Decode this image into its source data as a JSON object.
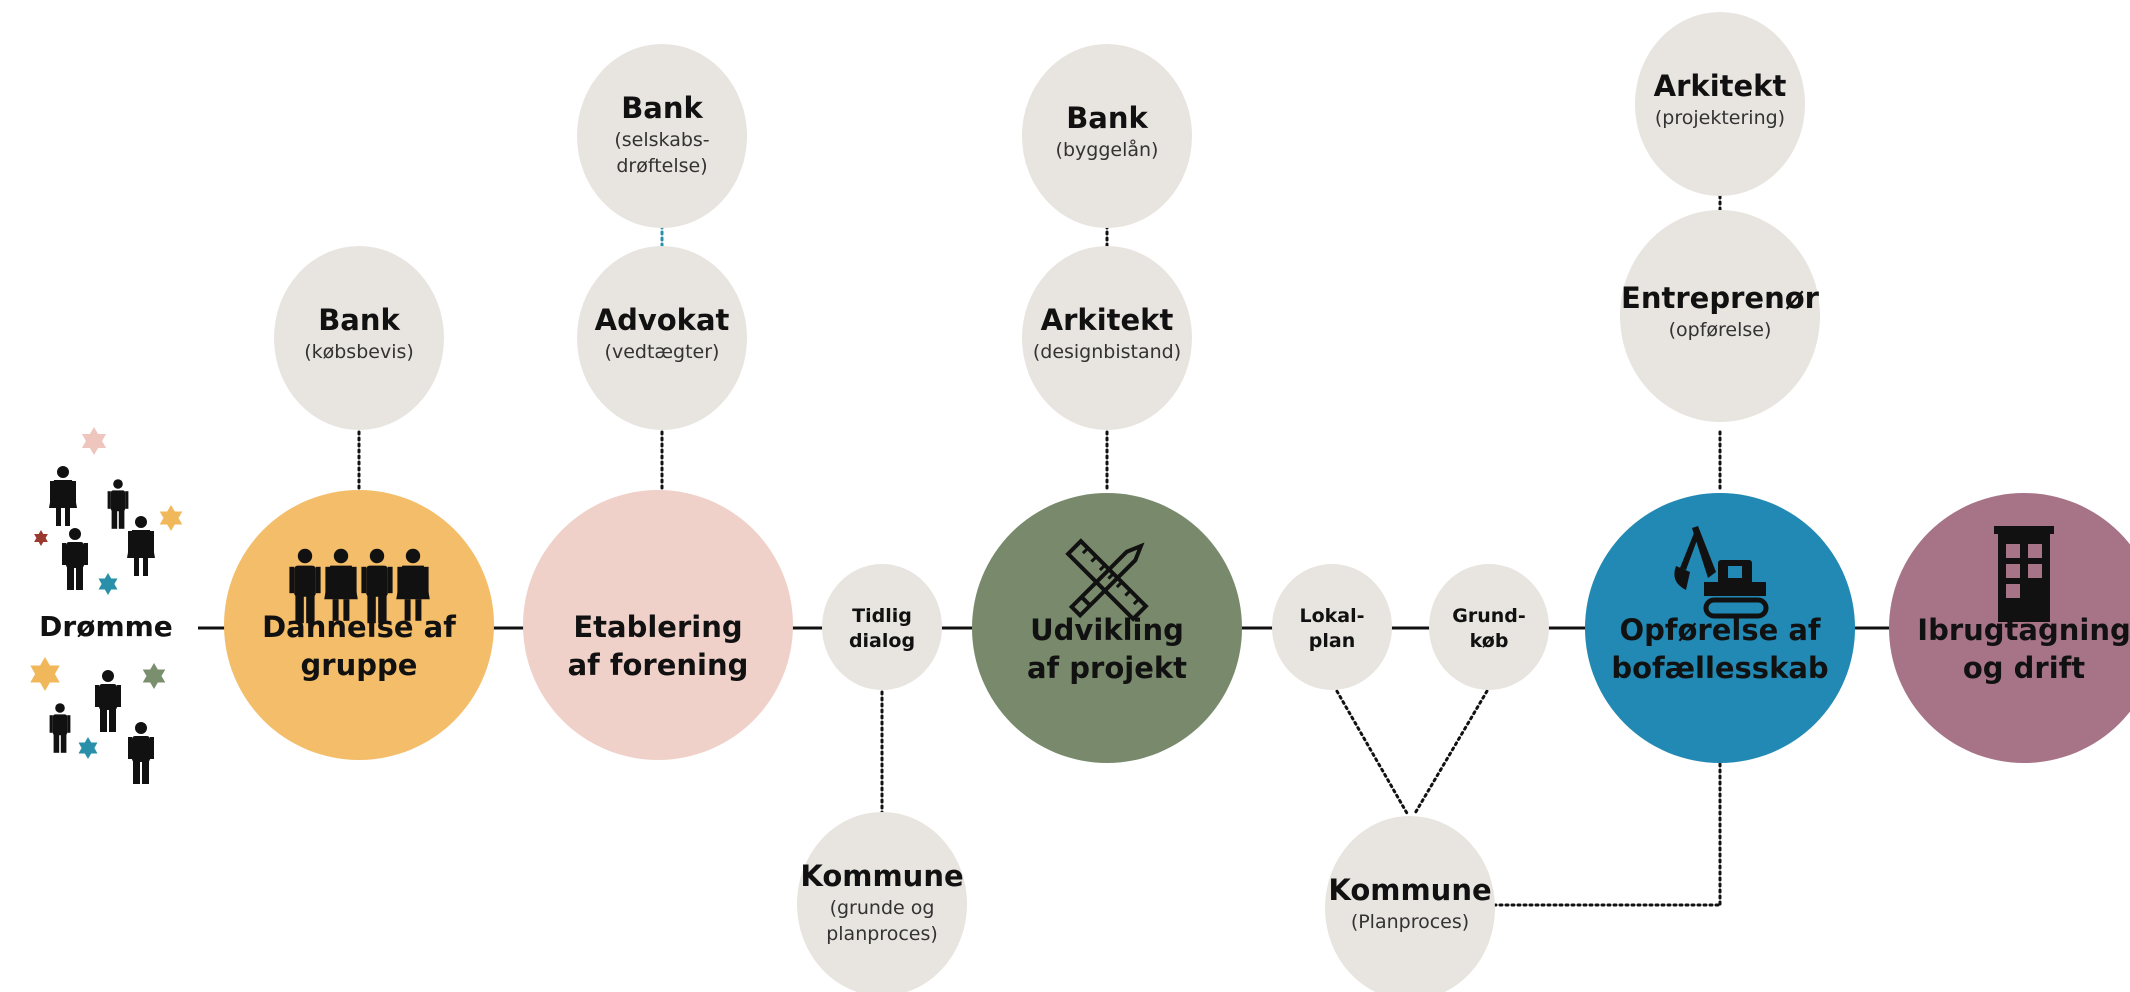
{
  "colors": {
    "line": "#111111",
    "gray": "#e8e4df",
    "yellow": "#f4bd6a",
    "pink": "#efd1c9",
    "green": "#788a6b",
    "blue": "#2189b3",
    "mauve": "#a67486",
    "dotted_teal": "#2a8fa8",
    "star_colors": [
      "#f0b85a",
      "#efc6bd",
      "#9a3a2e",
      "#2a8fa8",
      "#7a8f6d"
    ]
  },
  "start": {
    "label": "Drømme"
  },
  "stages": [
    {
      "id": "dannelse",
      "line1": "Dannelse af",
      "line2": "gruppe",
      "icon": "people-group-icon"
    },
    {
      "id": "etablering",
      "line1": "Etablering",
      "line2": "af forening",
      "icon": ""
    },
    {
      "id": "udvikling",
      "line1": "Udvikling",
      "line2": "af projekt",
      "icon": "ruler-pencil-icon"
    },
    {
      "id": "opforelse",
      "line1": "Opførelse af",
      "line2": "bofællesskab",
      "icon": "excavator-icon"
    },
    {
      "id": "ibrugtagning",
      "line1": "Ibrugtagning",
      "line2": "og drift",
      "icon": "building-icon"
    }
  ],
  "small_steps": [
    {
      "id": "tidlig",
      "line1": "Tidlig",
      "line2": "dialog"
    },
    {
      "id": "lokalplan",
      "line1": "Lokal-",
      "line2": "plan"
    },
    {
      "id": "grundkob",
      "line1": "Grund-",
      "line2": "køb"
    }
  ],
  "actors": [
    {
      "id": "bank-kobsbevis",
      "title": "Bank",
      "sub": [
        "(købsbevis)"
      ]
    },
    {
      "id": "bank-selskab",
      "title": "Bank",
      "sub": [
        "(selskabs-",
        "drøftelse)"
      ]
    },
    {
      "id": "advokat",
      "title": "Advokat",
      "sub": [
        "(vedtægter)"
      ]
    },
    {
      "id": "bank-byggelan",
      "title": "Bank",
      "sub": [
        "(byggelån)"
      ]
    },
    {
      "id": "arkitekt-design",
      "title": "Arkitekt",
      "sub": [
        "(designbistand)"
      ]
    },
    {
      "id": "arkitekt-projekt",
      "title": "Arkitekt",
      "sub": [
        "(projektering)"
      ]
    },
    {
      "id": "entreprenor",
      "title": "Entreprenør",
      "sub": [
        "(opførelse)"
      ]
    },
    {
      "id": "kommune-grunde",
      "title": "Kommune",
      "sub": [
        "(grunde og",
        "planproces)"
      ]
    },
    {
      "id": "kommune-plan",
      "title": "Kommune",
      "sub": [
        "(Planproces)"
      ]
    }
  ]
}
